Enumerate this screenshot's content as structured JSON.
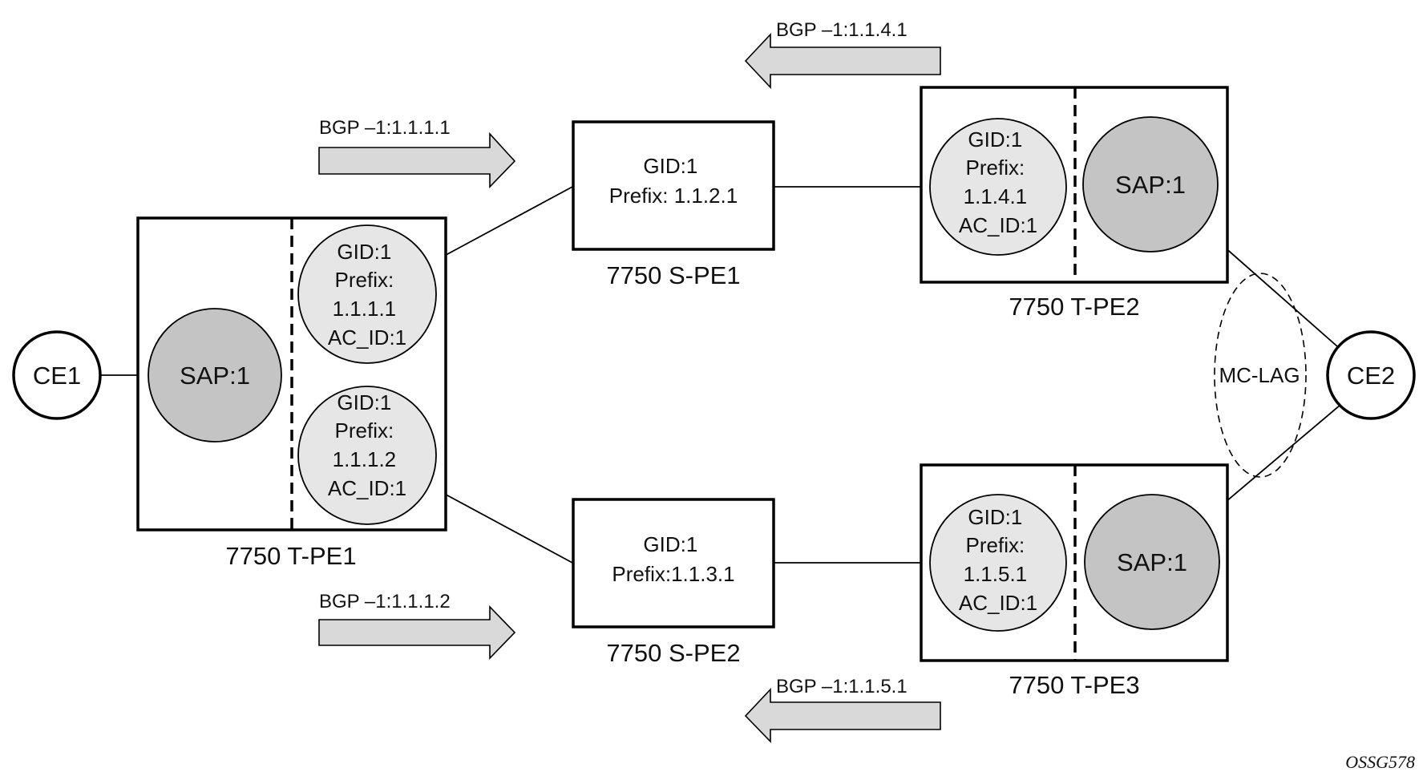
{
  "ce1": {
    "label": "CE1"
  },
  "ce2": {
    "label": "CE2"
  },
  "tpe1": {
    "caption": "7750 T-PE1",
    "sap": "SAP:1",
    "pw_upper": [
      "GID:1",
      "Prefix:",
      "1.1.1.1",
      "AC_ID:1"
    ],
    "pw_lower": [
      "GID:1",
      "Prefix:",
      "1.1.1.2",
      "AC_ID:1"
    ]
  },
  "spe1": {
    "caption": "7750 S-PE1",
    "lines": [
      "GID:1",
      "Prefix: 1.1.2.1"
    ]
  },
  "spe2": {
    "caption": "7750 S-PE2",
    "lines": [
      "GID:1",
      "Prefix:1.1.3.1"
    ]
  },
  "tpe2": {
    "caption": "7750 T-PE2",
    "sap": "SAP:1",
    "pw": [
      "GID:1",
      "Prefix:",
      "1.1.4.1",
      "AC_ID:1"
    ]
  },
  "tpe3": {
    "caption": "7750 T-PE3",
    "sap": "SAP:1",
    "pw": [
      "GID:1",
      "Prefix:",
      "1.1.5.1",
      "AC_ID:1"
    ]
  },
  "mclag": {
    "label": "MC-LAG"
  },
  "bgp": {
    "route_1111": "BGP –1:1.1.1.1",
    "route_1112": "BGP –1:1.1.1.2",
    "route_1141": "BGP –1:1.1.4.1",
    "route_1151": "BGP –1:1.1.5.1"
  },
  "figure_id": "OSSG578",
  "colors": {
    "pw_fill": "#e6e6e6",
    "sap_fill": "#c4c4c4",
    "arrow_fill": "#d9d9d9",
    "stroke": "#000000"
  }
}
